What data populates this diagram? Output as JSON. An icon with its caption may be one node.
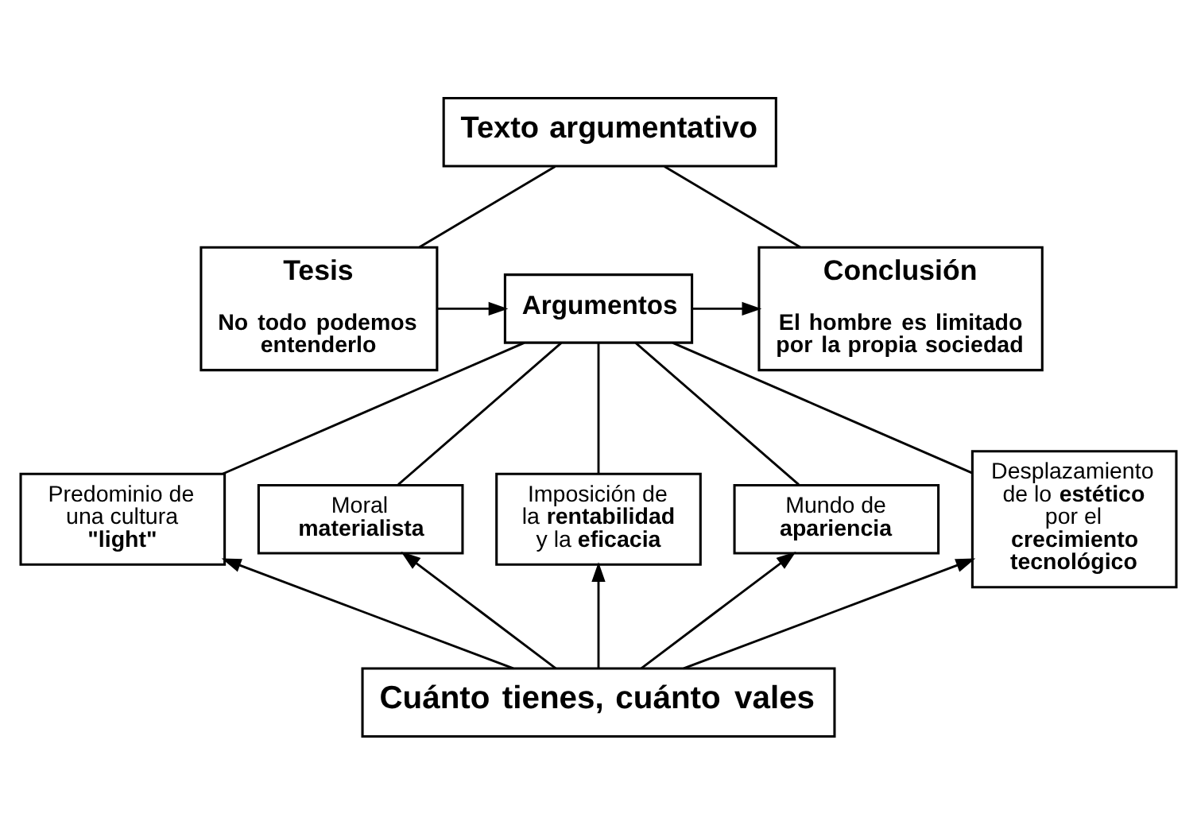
{
  "diagram": {
    "nodes": [
      {
        "text": [
          "Texto argumentativo"
        ]
      },
      {
        "text": [
          "Tesis",
          "No todo podemos entenderlo"
        ]
      },
      {
        "text": [
          "Argumentos"
        ]
      },
      {
        "text": [
          "Conclusión",
          "El hombre es limitado por la propia sociedad"
        ]
      },
      {
        "text": [
          "Predominio de una cultura **\"light\"**"
        ]
      },
      {
        "text": [
          "Moral **materialista**"
        ]
      },
      {
        "text": [
          "Imposición de la **rentabilidad** y la **eficacia**"
        ]
      },
      {
        "text": [
          "Mundo de **apariencia**"
        ]
      },
      {
        "text": [
          "Desplazamiento de lo **estético** por el **crecimiento tecnológico**"
        ]
      },
      {
        "text": [
          "Cuánto tienes, cuánto vales"
        ]
      }
    ],
    "edges": [
      {
        "from": 0,
        "to": 1,
        "arrow": "none"
      },
      {
        "from": 0,
        "to": 3,
        "arrow": "none"
      },
      {
        "from": 1,
        "to": 2,
        "arrow": "to"
      },
      {
        "from": 2,
        "to": 3,
        "arrow": "to"
      },
      {
        "from": 2,
        "to": 4,
        "arrow": "none"
      },
      {
        "from": 2,
        "to": 5,
        "arrow": "none"
      },
      {
        "from": 2,
        "to": 6,
        "arrow": "none"
      },
      {
        "from": 2,
        "to": 7,
        "arrow": "none"
      },
      {
        "from": 2,
        "to": 8,
        "arrow": "none"
      },
      {
        "from": 9,
        "to": 4,
        "arrow": "to"
      },
      {
        "from": 9,
        "to": 5,
        "arrow": "to"
      },
      {
        "from": 9,
        "to": 6,
        "arrow": "to"
      },
      {
        "from": 9,
        "to": 7,
        "arrow": "to"
      },
      {
        "from": 9,
        "to": 8,
        "arrow": "to"
      }
    ]
  }
}
